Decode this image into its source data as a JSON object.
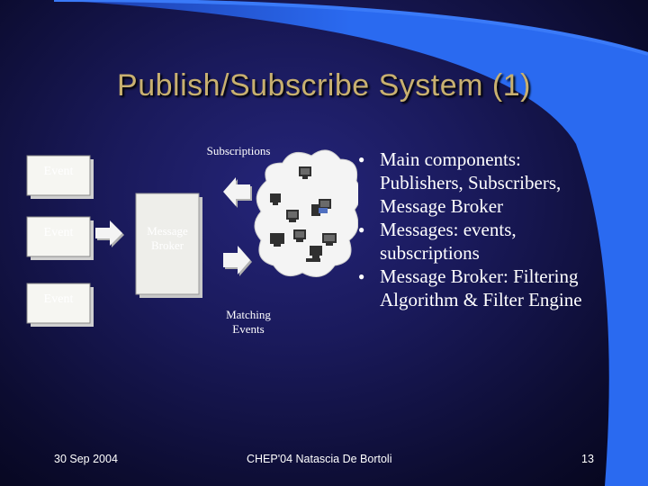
{
  "slide": {
    "title": "Publish/Subscribe System (1)",
    "diagram": {
      "subscriptions_label": "Subscriptions",
      "event_labels": [
        "Event",
        "Event",
        "Event"
      ],
      "broker_label_line1": "Message",
      "broker_label_line2": "Broker",
      "matching_label_line1": "Matching",
      "matching_label_line2": "Events"
    },
    "bullets": [
      {
        "lines": [
          "Main components:",
          "Publishers, Subscribers,",
          "Message Broker"
        ]
      },
      {
        "lines": [
          "Messages: events,",
          "subscriptions"
        ]
      },
      {
        "lines": [
          "Message Broker: Filtering",
          "Algorithm & Filter Engine"
        ]
      }
    ],
    "bullet_marker": "l",
    "footer": {
      "date": "30 Sep 2004",
      "center": "CHEP'04  Natascia De Bortoli",
      "page": "13"
    },
    "colors": {
      "title": "#c8b070",
      "arc": "#2a6af0",
      "text": "#ffffff"
    }
  }
}
